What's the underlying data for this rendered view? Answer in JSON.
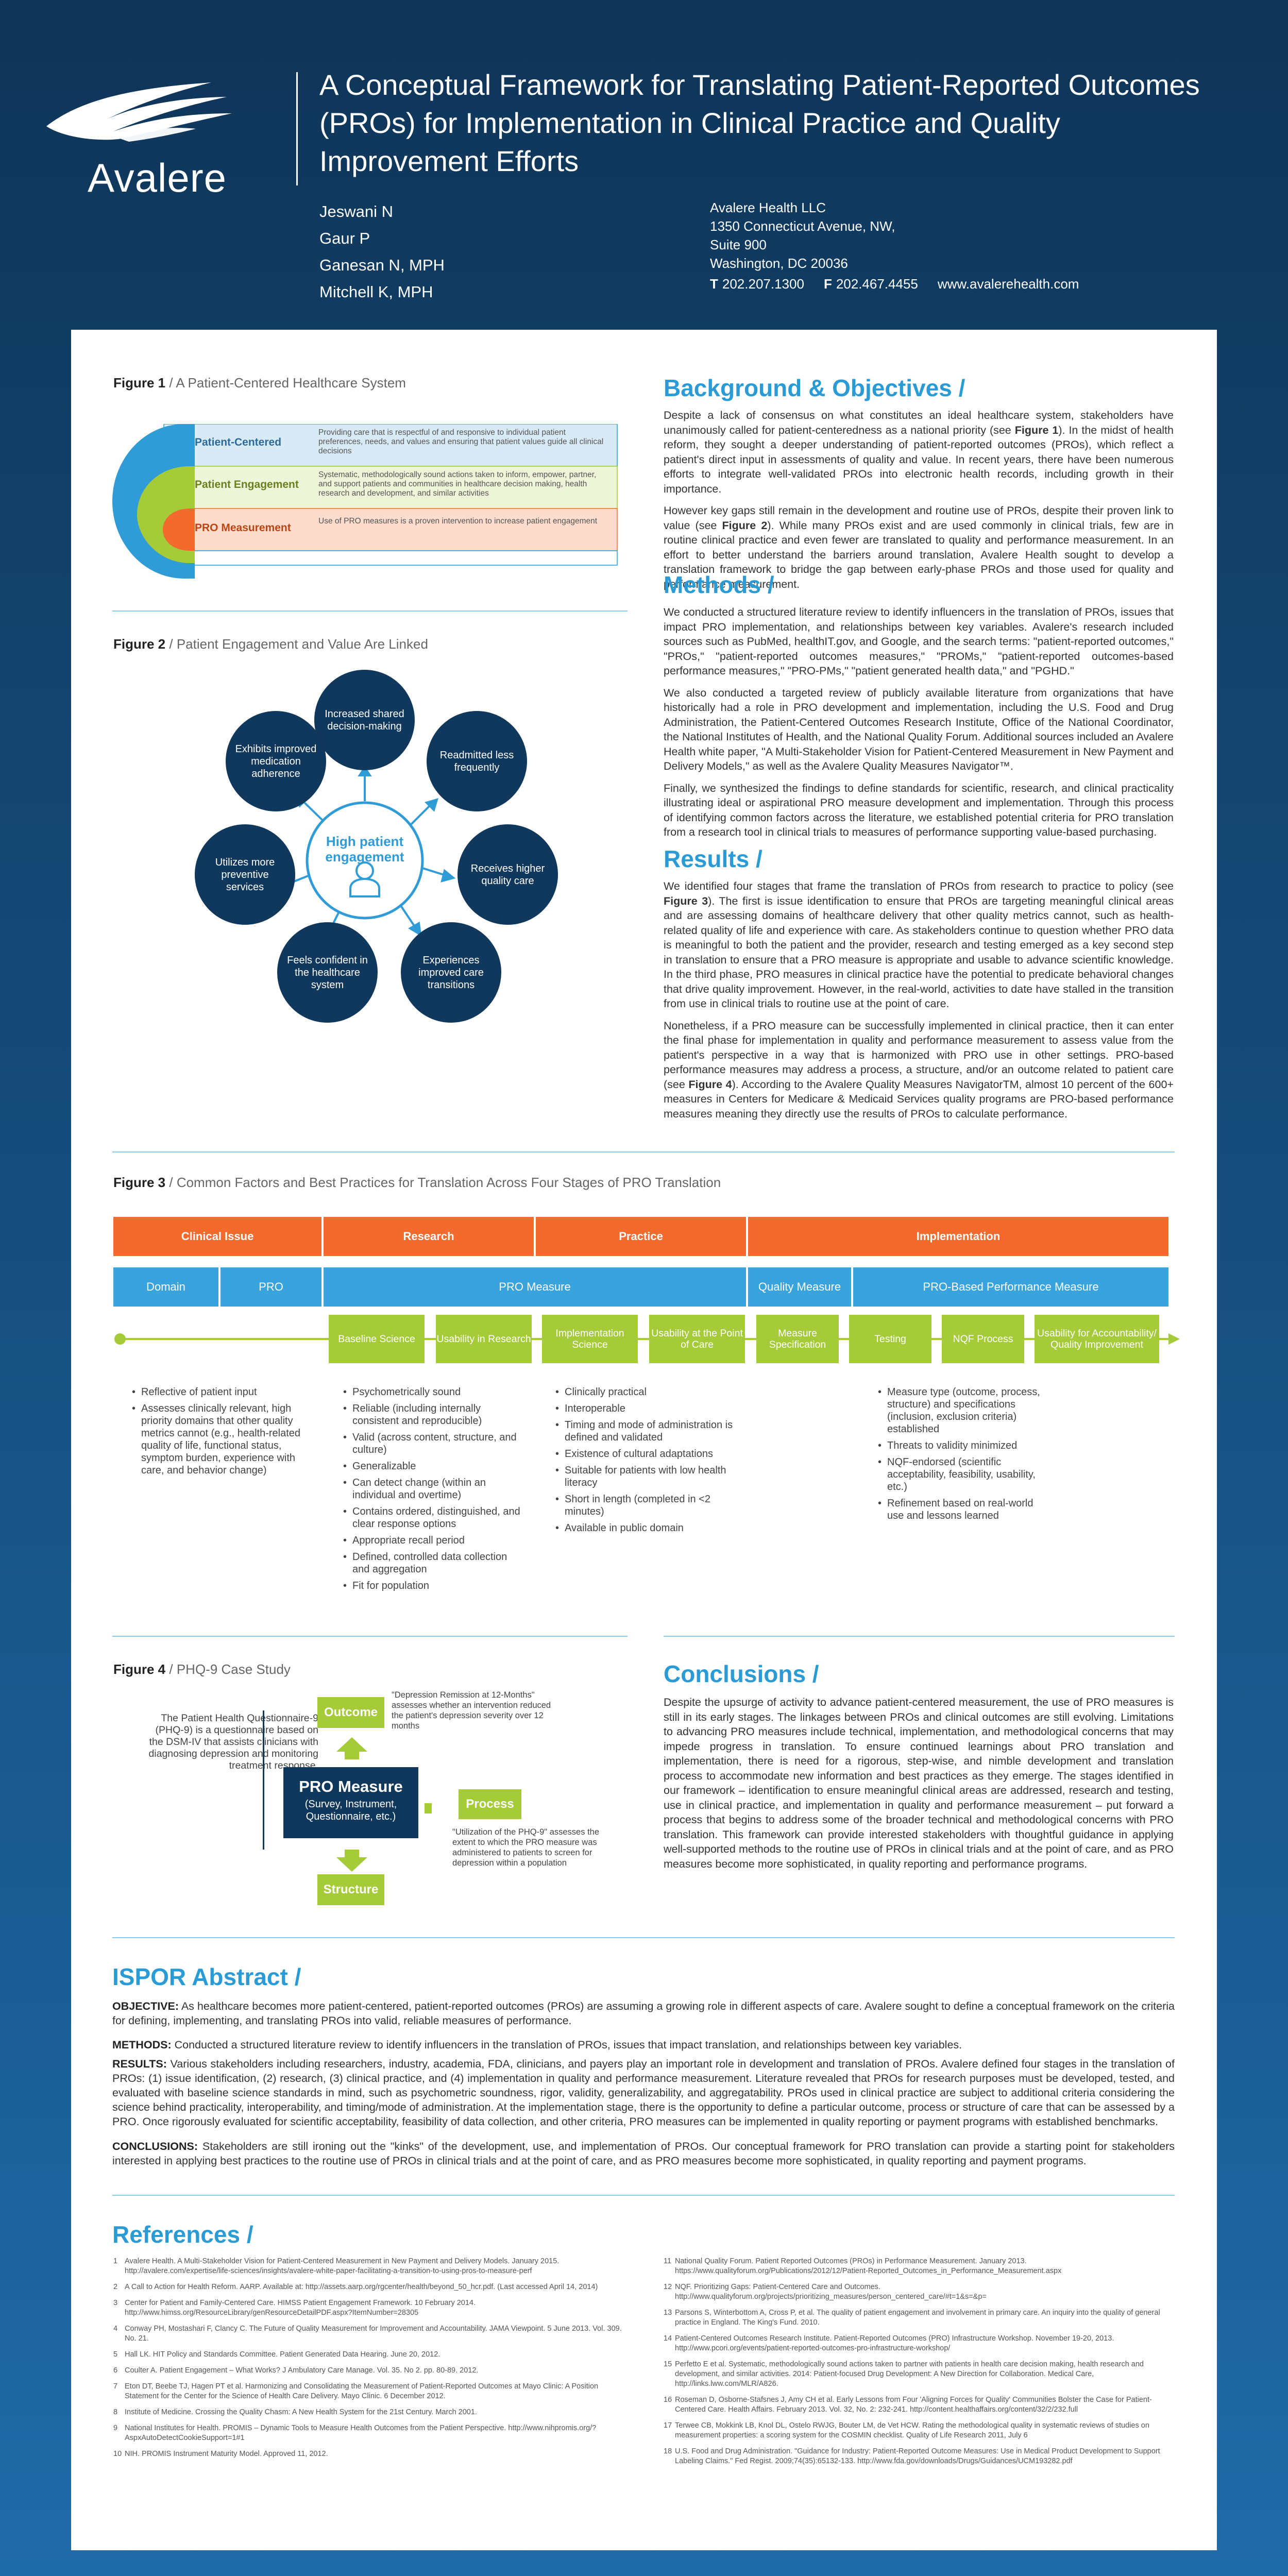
{
  "header": {
    "logo_text": "Avalere",
    "title": "A Conceptual Framework for Translating Patient-Reported Outcomes (PROs) for Implementation in Clinical Practice and Quality Improvement Efforts",
    "authors": [
      "Jeswani N",
      "Gaur P",
      "Ganesan N, MPH",
      "Mitchell K, MPH"
    ],
    "affiliation": {
      "line1": "Avalere Health LLC",
      "line2": "1350 Connecticut Avenue, NW,",
      "line3": "Suite 900",
      "line4": "Washington, DC 20036",
      "t_label": "T",
      "phone": "202.207.1300",
      "f_label": "F",
      "fax": "202.467.4455",
      "website": "www.avalerehealth.com"
    }
  },
  "fig1": {
    "label": "Figure 1",
    "caption": "/ A Patient-Centered Healthcare System",
    "rows": [
      {
        "name": "Patient-Centered",
        "text": "Providing care that is respectful of and responsive to individual patient preferences, needs, and values and ensuring that patient values guide all clinical decisions"
      },
      {
        "name": "Patient Engagement",
        "text": "Systematic, methodologically sound actions taken to inform, empower, partner, and support patients and communities in healthcare decision making, health research and development, and similar activities"
      },
      {
        "name": "PRO Measurement",
        "text": "Use of PRO measures is a proven intervention to increase patient engagement"
      }
    ],
    "colors": {
      "outer": "#2f9bd7",
      "middle": "#a5cb39",
      "inner": "#f26b2d"
    }
  },
  "fig2": {
    "label": "Figure 2",
    "caption": "/ Patient Engagement and Value Are Linked",
    "center_text": "High patient engagement",
    "person_icon": "person-icon",
    "outcomes": [
      "Increased shared decision-making",
      "Readmitted less frequently",
      "Receives higher quality care",
      "Experiences improved care transitions",
      "Feels confident in the healthcare system",
      "Utilizes more preventive services",
      "Exhibits improved medication adherence"
    ]
  },
  "background": {
    "heading": "Background & Objectives /",
    "p1_before": "Despite a lack of consensus on what constitutes an ideal healthcare system, stakeholders have unanimously called for patient-centeredness as a national priority (see ",
    "p1_ref": "Figure 1",
    "p1_after": "). In the midst of health reform, they sought a deeper understanding of patient-reported outcomes (PROs), which reflect a patient's direct input in assessments of quality and value. In recent years, there have been numerous efforts to integrate well-validated PROs into electronic health records, including growth in their importance.",
    "p2_before": "However key gaps still remain in the development and routine use of PROs, despite their proven link to value (see ",
    "p2_ref": "Figure 2",
    "p2_after": "). While many PROs exist and are used commonly in clinical trials, few are in routine clinical practice and even fewer are translated to quality and performance measurement. In an effort to better understand the barriers around translation, Avalere Health sought to develop a translation framework to bridge the gap between early-phase PROs and those used for quality and performance measurement."
  },
  "methods": {
    "heading": "Methods /",
    "p1": "We conducted a structured literature review to identify influencers in the translation of PROs, issues that impact PRO implementation, and relationships between key variables. Avalere's research included sources such as PubMed, healthIT.gov, and Google, and the search terms: \"patient-reported outcomes,\" \"PROs,\" \"patient-reported outcomes measures,\" \"PROMs,\" \"patient-reported outcomes-based performance measures,\" \"PRO-PMs,\" \"patient generated health data,\" and \"PGHD.\"",
    "p2": "We also conducted a targeted review of publicly available literature from organizations that have historically had a role in PRO development and implementation, including the U.S. Food and Drug Administration, the Patient-Centered Outcomes Research Institute, Office of the National Coordinator, the National Institutes of Health, and the National Quality Forum. Additional sources included an Avalere Health white paper, \"A Multi-Stakeholder Vision for Patient-Centered Measurement in New Payment and Delivery Models,\" as well as the Avalere Quality Measures Navigator™.",
    "p3": "Finally, we synthesized the findings to define standards for scientific, research, and clinical practicality illustrating ideal or aspirational PRO measure development and implementation. Through this process of identifying common factors across the literature, we established potential criteria for PRO translation from a research tool in clinical trials to measures of performance supporting value-based purchasing."
  },
  "results": {
    "heading": "Results /",
    "p1_before": "We identified four stages that frame the translation of PROs from research to practice to policy (see ",
    "p1_ref": "Figure 3",
    "p1_after": "). The first is issue identification to ensure that PROs are targeting meaningful clinical areas and are assessing domains of healthcare delivery that other quality metrics cannot, such as health-related quality of life and experience with care. As stakeholders continue to question whether PRO data is meaningful to both the patient and the provider, research and testing emerged as a key second step in translation to ensure that a PRO measure is appropriate and usable to advance scientific knowledge. In the third phase, PRO measures in clinical practice have the potential to predicate behavioral changes that drive quality improvement. However, in the real-world, activities to date have stalled in the transition from use in clinical trials to routine use at the point of care.",
    "p2_before": "Nonetheless, if a PRO measure can be successfully implemented in clinical practice, then it can enter the final phase for implementation in quality and performance measurement to assess value from the patient's perspective in a way that is harmonized with PRO use in other settings. PRO-based performance measures may address a process, a structure, and/or an outcome related to patient care (see ",
    "p2_ref": "Figure 4",
    "p2_after": "). According to the Avalere Quality Measures NavigatorTM, almost 10 percent of the 600+ measures in Centers for Medicare & Medicaid Services quality programs are PRO-based performance measures meaning they directly use the results of PROs to calculate performance."
  },
  "fig3": {
    "label": "Figure 3",
    "caption": "/ Common Factors and Best Practices for Translation Across Four Stages of PRO Translation",
    "stages": [
      "Clinical Issue",
      "Research",
      "Practice",
      "Implementation"
    ],
    "row2": [
      "Domain",
      "PRO",
      "PRO Measure",
      "Quality Measure",
      "PRO-Based Performance Measure"
    ],
    "steps": [
      "Baseline Science",
      "Usability in Research",
      "Implementation Science",
      "Usability at the Point of Care",
      "Measure Specification",
      "Testing",
      "NQF Process",
      "Usability for Accountability/ Quality Improvement"
    ],
    "col1": [
      "Reflective of patient input",
      "Assesses clinically relevant, high priority domains that other quality metrics cannot (e.g., health-related quality of life, functional status, symptom burden, experience with care, and behavior change)"
    ],
    "col2": [
      "Psychometrically sound",
      "Reliable (including internally consistent and reproducible)",
      "Valid (across content, structure, and culture)",
      "Generalizable",
      "Can detect change (within an individual and overtime)",
      "Contains ordered, distinguished, and clear response options",
      "Appropriate recall period",
      "Defined, controlled data collection and aggregation",
      "Fit for population"
    ],
    "col3": [
      "Clinically practical",
      "Interoperable",
      "Timing and mode of administration is defined and validated",
      "Existence of cultural adaptations",
      "Suitable for patients with low health literacy",
      "Short in length (completed in <2 minutes)",
      "Available in public domain"
    ],
    "col4": [
      "Measure type (outcome, process, structure) and specifications (inclusion, exclusion criteria) established",
      "Threats to validity minimized",
      "NQF-endorsed (scientific acceptability, feasibility, usability, etc.)",
      "Refinement based on real-world use and lessons learned"
    ]
  },
  "fig4": {
    "label": "Figure 4",
    "caption": "/ PHQ-9 Case Study",
    "left_text": "The Patient Health Questionnaire-9 (PHQ-9) is a questionnaire based on the DSM-IV that assists clinicians with diagnosing depression and monitoring treatment response.",
    "center_title": "PRO Measure",
    "center_sub": "(Survey, Instrument, Questionnaire, etc.)",
    "outcome": "Outcome",
    "process": "Process",
    "structure": "Structure",
    "outcome_note": "\"Depression Remission at 12-Months\" assesses whether an intervention reduced the patient's depression severity over 12 months",
    "process_note": "\"Utilization of the PHQ-9\" assesses the extent to which the PRO measure was administered to patients to screen for depression within a population"
  },
  "conclusions": {
    "heading": "Conclusions /",
    "text": "Despite the upsurge of activity to advance patient-centered measurement, the use of PRO measures is still in its early stages. The linkages between PROs and clinical outcomes are still evolving. Limitations to advancing PRO measures include technical, implementation, and methodological concerns that may impede progress in translation. To ensure continued learnings about PRO translation and implementation, there is need for a rigorous, step-wise, and nimble development and translation process to accommodate new information and best practices as they emerge. The stages identified in our framework – identification to ensure meaningful clinical areas are addressed, research and testing, use in clinical practice, and implementation in quality and performance measurement – put forward a process that begins to address some of the broader technical and methodological concerns with PRO translation. This framework can provide interested stakeholders with thoughtful guidance in applying well-supported methods to the routine use of PROs in clinical trials and at the point of care, and as PRO measures become more sophisticated, in quality reporting and performance programs."
  },
  "ispor": {
    "heading": "ISPOR Abstract /",
    "objective_label": "OBJECTIVE:",
    "objective": " As healthcare becomes more patient-centered, patient-reported outcomes (PROs) are assuming a growing role in different aspects of care. Avalere sought to define a conceptual framework on the criteria for defining, implementing, and translating PROs into valid, reliable measures of performance.",
    "methods_label": "METHODS:",
    "methods": " Conducted a structured literature review to identify influencers in the translation of PROs, issues that impact translation, and relationships between key variables.",
    "results_label": "RESULTS:",
    "results": " Various stakeholders including researchers, industry, academia, FDA, clinicians, and payers play an important role in development and translation of PROs. Avalere defined four stages in the translation of PROs: (1) issue identification, (2) research, (3) clinical practice, and (4) implementation in quality and performance measurement. Literature revealed that PROs for research purposes must be developed, tested, and evaluated with baseline science standards in mind, such as psychometric soundness, rigor, validity, generalizability, and aggregatability. PROs used in clinical practice are subject to additional criteria considering the science behind practicality, interoperability, and timing/mode of administration. At the implementation stage, there is the opportunity to define a particular outcome, process or structure of care that can be assessed by a PRO. Once rigorously evaluated for scientific acceptability, feasibility of data collection, and other criteria, PRO measures can be implemented in quality reporting or payment programs with established benchmarks.",
    "conclusions_label": "CONCLUSIONS:",
    "conclusions": " Stakeholders are still ironing out the \"kinks\" of the development, use, and implementation of PROs. Our conceptual framework for PRO translation can provide a starting point for stakeholders interested in applying best practices to the routine use of PROs in clinical trials and at the point of care, and as PRO measures become more sophisticated, in quality reporting and payment programs."
  },
  "references": {
    "heading": "References /",
    "left": [
      {
        "n": "1",
        "t": "Avalere Health. A Multi-Stakeholder Vision for Patient-Centered Measurement in New Payment and Delivery Models. January 2015. http://avalere.com/expertise/life-sciences/insights/avalere-white-paper-facilitating-a-transition-to-using-pros-to-measure-perf"
      },
      {
        "n": "2",
        "t": "A Call to Action for Health Reform. AARP. Available at: http://assets.aarp.org/rgcenter/health/beyond_50_hcr.pdf. (Last accessed April 14, 2014)"
      },
      {
        "n": "3",
        "t": "Center for Patient and Family-Centered Care. HIMSS Patient Engagement Framework. 10 February 2014. http://www.himss.org/ResourceLibrary/genResourceDetailPDF.aspx?ItemNumber=28305"
      },
      {
        "n": "4",
        "t": "Conway PH, Mostashari F, Clancy C. The Future of Quality Measurement for Improvement and Accountability. JAMA Viewpoint. 5 June 2013. Vol. 309. No. 21."
      },
      {
        "n": "5",
        "t": "Hall LK. HIT Policy and Standards Committee. Patient Generated Data Hearing. June 20, 2012."
      },
      {
        "n": "6",
        "t": "Coulter A. Patient Engagement – What Works? J Ambulatory Care Manage. Vol. 35. No 2. pp. 80-89. 2012."
      },
      {
        "n": "7",
        "t": "Eton DT, Beebe TJ, Hagen PT et al. Harmonizing and Consolidating the Measurement of Patient-Reported Outcomes at Mayo Clinic: A Position Statement for the Center for the Science of Health Care Delivery. Mayo Clinic. 6 December 2012."
      },
      {
        "n": "8",
        "t": "Institute of Medicine. Crossing the Quality Chasm: A New Health System for the 21st Century. March 2001."
      },
      {
        "n": "9",
        "t": "National Institutes for Health. PROMIS – Dynamic Tools to Measure Health Outcomes from the Patient Perspective. http://www.nihpromis.org/?AspxAutoDetectCookieSupport=1#1"
      },
      {
        "n": "10",
        "t": "NIH. PROMIS Instrument Maturity Model. Approved 11, 2012."
      }
    ],
    "right": [
      {
        "n": "11",
        "t": "National Quality Forum. Patient Reported Outcomes (PROs) in Performance Measurement. January 2013. https://www.qualityforum.org/Publications/2012/12/Patient-Reported_Outcomes_in_Performance_Measurement.aspx"
      },
      {
        "n": "12",
        "t": "NQF. Prioritizing Gaps: Patient-Centered Care and Outcomes. http://www.qualityforum.org/projects/prioritizing_measures/person_centered_care/#t=1&s=&p="
      },
      {
        "n": "13",
        "t": "Parsons S, Winterbottom A, Cross P, et al. The quality of patient engagement and involvement in primary care. An inquiry into the quality of general practice in England. The King's Fund. 2010."
      },
      {
        "n": "14",
        "t": "Patient-Centered Outcomes Research Institute. Patient-Reported Outcomes (PRO) Infrastructure Workshop. November 19-20, 2013. http://www.pcori.org/events/patient-reported-outcomes-pro-infrastructure-workshop/"
      },
      {
        "n": "15",
        "t": "Perfetto E et al. Systematic, methodologically sound actions taken to partner with patients in health care decision making, health research and development, and similar activities. 2014: Patient-focused Drug Development: A New Direction for Collaboration. Medical Care, http://links.lww.com/MLR/A826."
      },
      {
        "n": "16",
        "t": "Roseman D, Osborne-Stafsnes J, Amy CH et al. Early Lessons from Four 'Aligning Forces for Quality' Communities Bolster the Case for Patient-Centered Care. Health Affairs. February 2013. Vol. 32, No. 2: 232-241. http://content.healthaffairs.org/content/32/2/232.full"
      },
      {
        "n": "17",
        "t": "Terwee CB, Mokkink LB, Knol DL, Ostelo RWJG, Bouter LM, de Vet HCW. Rating the methodological quality in systematic reviews of studies on measurement properties: a scoring system for the COSMIN checklist. Quality of Life Research 2011, July 6"
      },
      {
        "n": "18",
        "t": "U.S. Food and Drug Administration. \"Guidance for Industry: Patient-Reported Outcome Measures: Use in Medical Product Development to Support Labeling Claims.\" Fed Regist. 2009;74(35):65132-133. http://www.fda.gov/downloads/Drugs/Guidances/UCM193282.pdf"
      }
    ]
  }
}
